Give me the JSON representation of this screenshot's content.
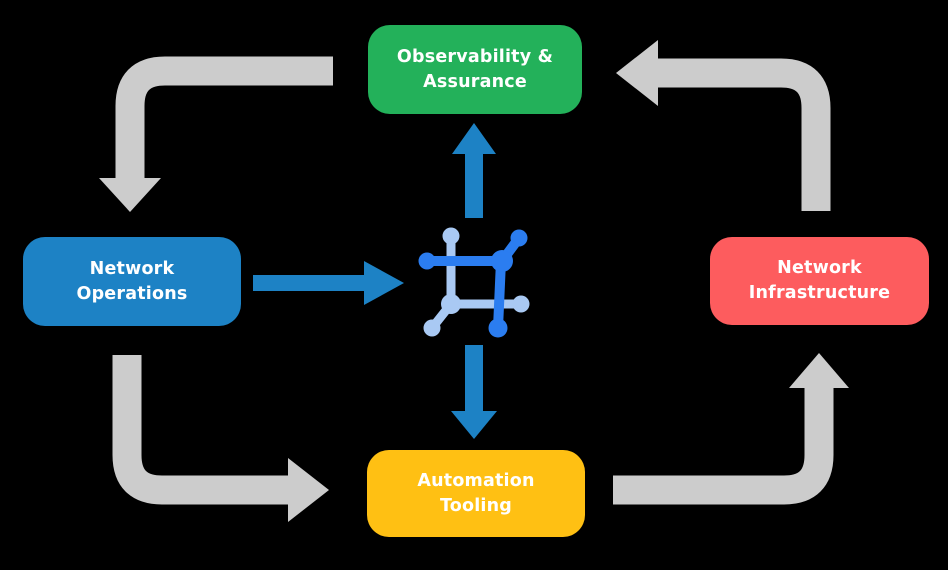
{
  "background": "#000000",
  "palette": {
    "arrow_gray": "#CCCCCC",
    "arrow_blue": "#1D82C5",
    "icon_dark_blue": "#2B7DF0",
    "icon_light_blue": "#A9C9F3",
    "text": "#FFFFFF"
  },
  "nodes": {
    "observability": {
      "label": "Observability &\nAssurance",
      "color": "#23B15A"
    },
    "operations": {
      "label": "Network\nOperations",
      "color": "#1D82C5"
    },
    "infrastructure": {
      "label": "Network\nInfrastructure",
      "color": "#FD5C5E"
    },
    "automation": {
      "label": "Automation\nTooling",
      "color": "#FFC013"
    }
  },
  "center_icon": {
    "name": "network-mesh-icon"
  },
  "flows": [
    {
      "from": "Observability & Assurance",
      "to": "Network Operations",
      "style": "gray-curved"
    },
    {
      "from": "Network Infrastructure",
      "to": "Observability & Assurance",
      "style": "gray-curved"
    },
    {
      "from": "Network Operations",
      "to": "Automation Tooling",
      "style": "gray-curved"
    },
    {
      "from": "Automation Tooling",
      "to": "Network Infrastructure",
      "style": "gray-curved"
    },
    {
      "from": "Network Operations",
      "to": "center-icon",
      "style": "blue-straight"
    },
    {
      "from": "center-icon",
      "to": "Observability & Assurance",
      "style": "blue-straight"
    },
    {
      "from": "center-icon",
      "to": "Automation Tooling",
      "style": "blue-straight"
    }
  ]
}
